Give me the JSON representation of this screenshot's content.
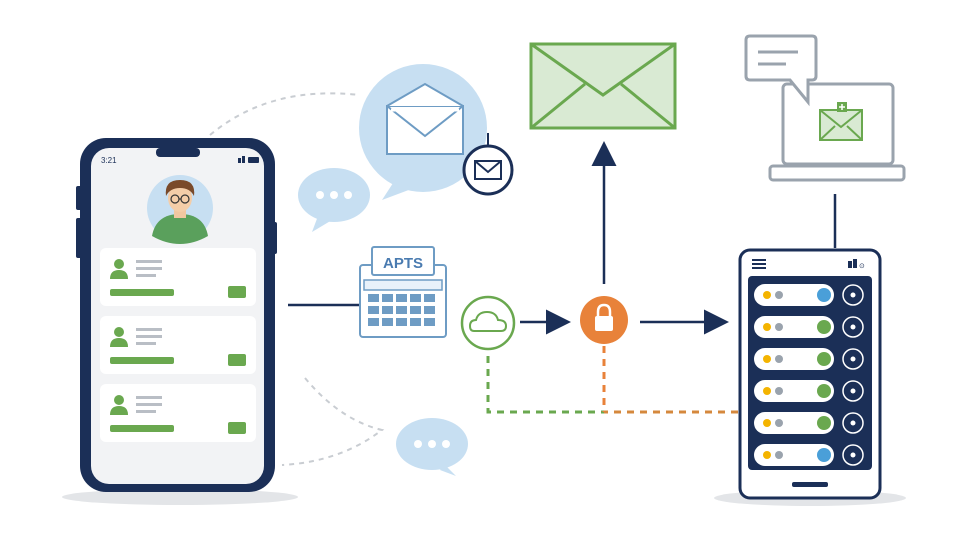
{
  "phone": {
    "status_time": "3:21",
    "contacts": [
      {
        "name": "contact-card-1"
      },
      {
        "name": "contact-card-2"
      },
      {
        "name": "contact-card-3"
      }
    ]
  },
  "calendar": {
    "label": "APTS"
  },
  "colors": {
    "navy": "#1b2f57",
    "green": "#6aa84f",
    "light_green": "#d9ead3",
    "orange": "#e8823a",
    "light_blue": "#c7dff2",
    "grey": "#9aa3ad"
  },
  "tablet_rows": [
    {
      "dot": "#f4b400",
      "badge": "#4a9fd8"
    },
    {
      "dot": "#f4b400",
      "badge": "#6aa84f"
    },
    {
      "dot": "#f4b400",
      "badge": "#6aa84f"
    },
    {
      "dot": "#f4b400",
      "badge": "#6aa84f"
    },
    {
      "dot": "#f4b400",
      "badge": "#6aa84f"
    },
    {
      "dot": "#f4b400",
      "badge": "#4a9fd8"
    }
  ]
}
